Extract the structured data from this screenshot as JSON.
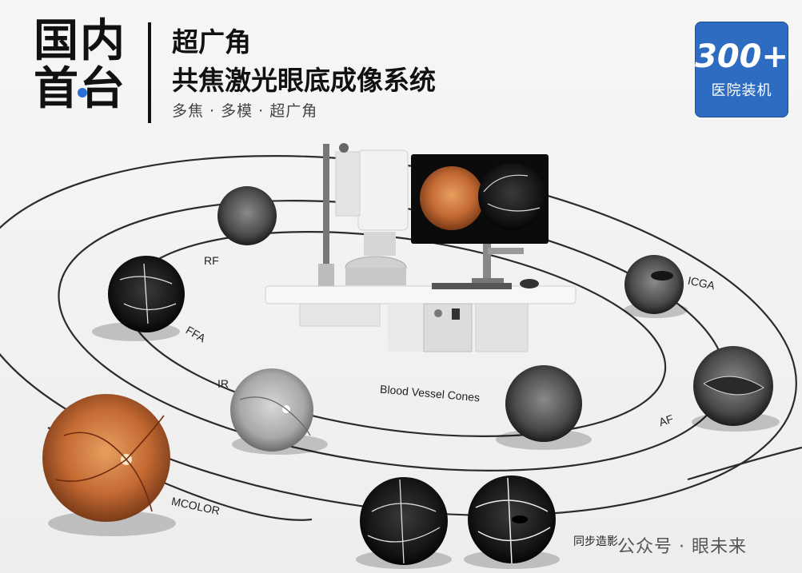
{
  "header": {
    "badge_line1": "国内",
    "badge_line2": "首台",
    "title_line1": "超广角",
    "title_line2": "共焦激光眼底成像系统",
    "subtitle": "多焦 · 多模 · 超广角"
  },
  "stamp": {
    "number": "300+",
    "text": "医院装机"
  },
  "labels": {
    "rf": "RF",
    "ffa": "FFA",
    "ir": "IR",
    "blood_vessel_cones": "Blood Vessel Cones",
    "mcolor": "MCOLOR",
    "icga": "ICGA",
    "af": "AF",
    "sync": "同步造影"
  },
  "watermark": "公众号 · 眼未来",
  "colors": {
    "brand_blue": "#2d6cc1",
    "orbit_line": "#2b2b2b",
    "fundus_orange": "#c8713a"
  }
}
